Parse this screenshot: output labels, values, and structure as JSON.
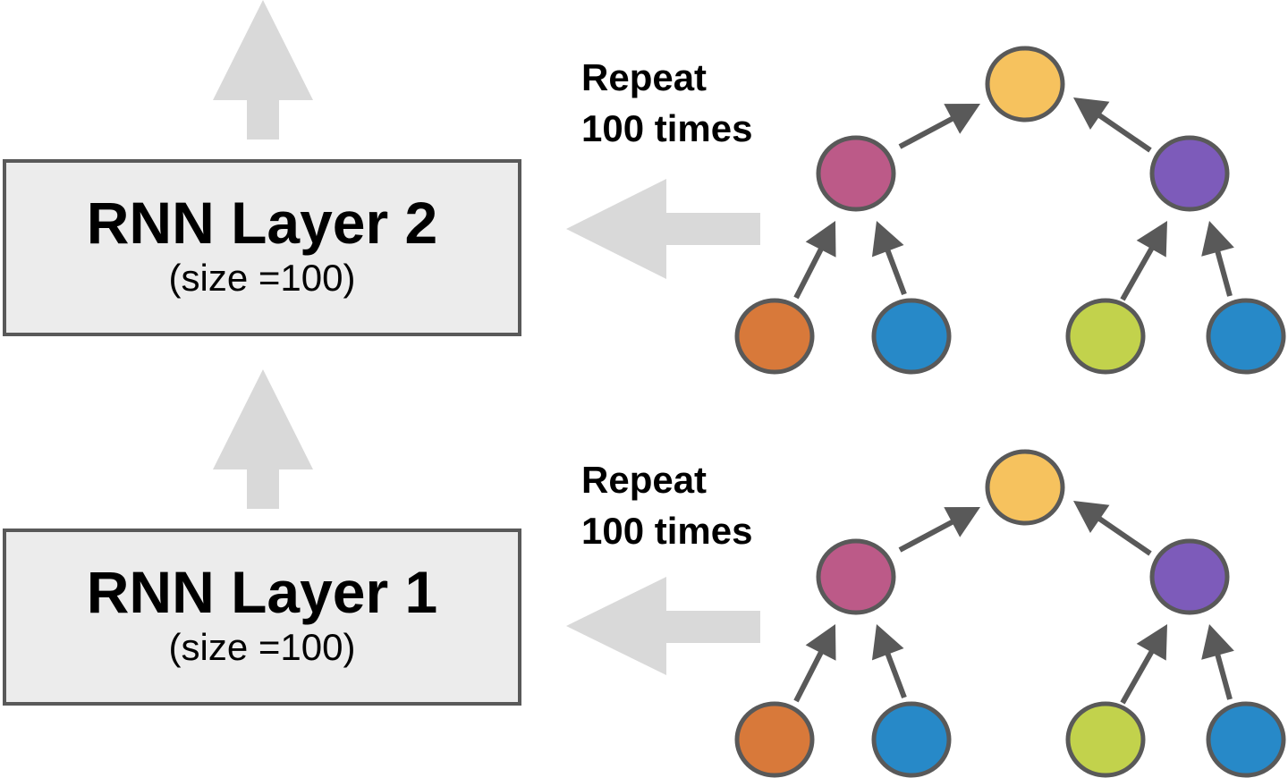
{
  "layers": [
    {
      "title": "RNN Layer 2",
      "subtitle": "(size =100)"
    },
    {
      "title": "RNN Layer 1",
      "subtitle": "(size =100)"
    }
  ],
  "repeat_labels": [
    {
      "line1": "Repeat",
      "line2": "100 times"
    },
    {
      "line1": "Repeat",
      "line2": "100 times"
    }
  ],
  "colors": {
    "box_fill": "#ececec",
    "box_border": "#595959",
    "flow_arrow": "#d9d9d9",
    "edge": "#595959",
    "node_root": "#f6c25e",
    "node_left_internal": "#bc5a88",
    "node_right_internal": "#7d5bba",
    "leaf_orange": "#d8793a",
    "leaf_blue": "#2789c8",
    "leaf_green": "#c2d24c"
  },
  "trees": [
    {
      "nodes": [
        "root",
        "left-internal",
        "right-internal",
        "leaf-orange",
        "leaf-blue-1",
        "leaf-green",
        "leaf-blue-2"
      ]
    },
    {
      "nodes": [
        "root",
        "left-internal",
        "right-internal",
        "leaf-orange",
        "leaf-blue-1",
        "leaf-green",
        "leaf-blue-2"
      ]
    }
  ]
}
